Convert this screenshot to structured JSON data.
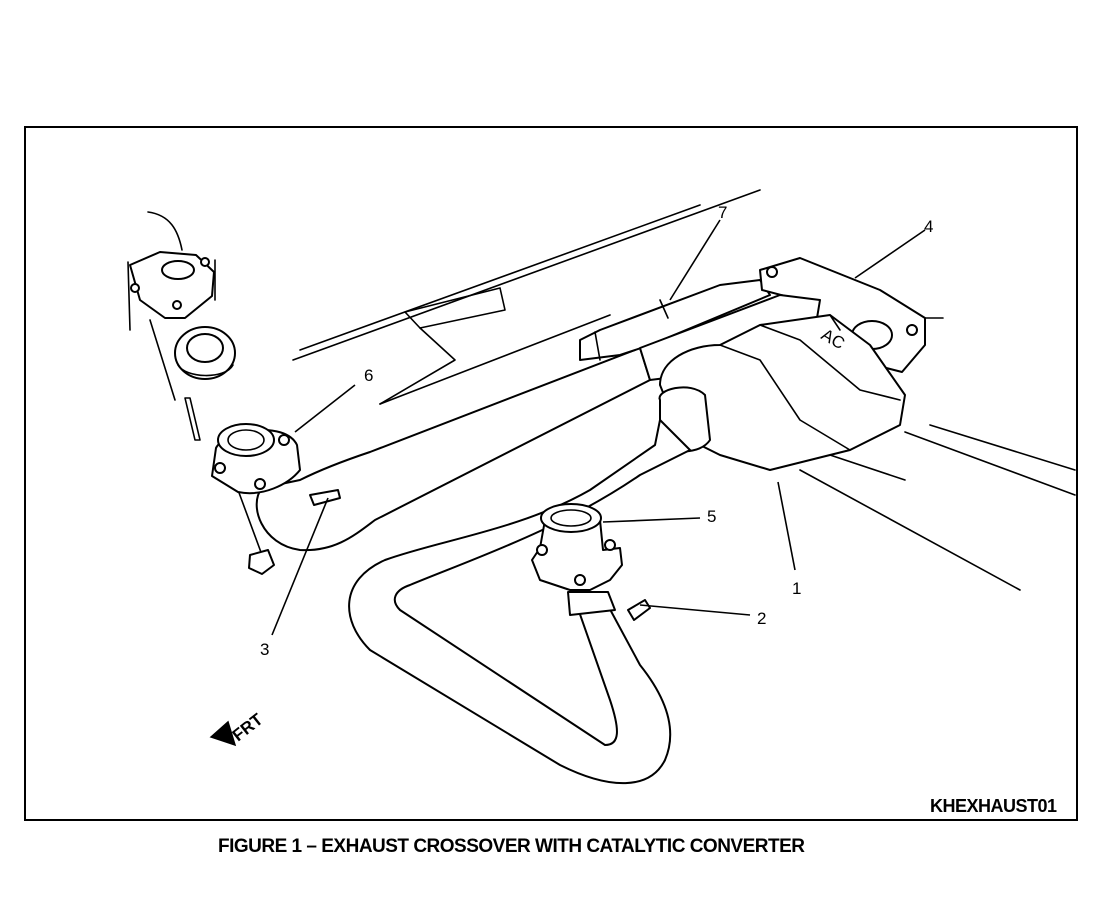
{
  "figure": {
    "caption": "FIGURE 1 – EXHAUST CROSSOVER WITH CATALYTIC CONVERTER",
    "reference_id": "KHEXHAUST01",
    "direction_label": "FRT",
    "callouts": [
      {
        "id": "1",
        "label": "1"
      },
      {
        "id": "2",
        "label": "2"
      },
      {
        "id": "3",
        "label": "3"
      },
      {
        "id": "4",
        "label": "4"
      },
      {
        "id": "5",
        "label": "5"
      },
      {
        "id": "6",
        "label": "6"
      },
      {
        "id": "7",
        "label": "7"
      }
    ],
    "converter_marking": "AC"
  }
}
